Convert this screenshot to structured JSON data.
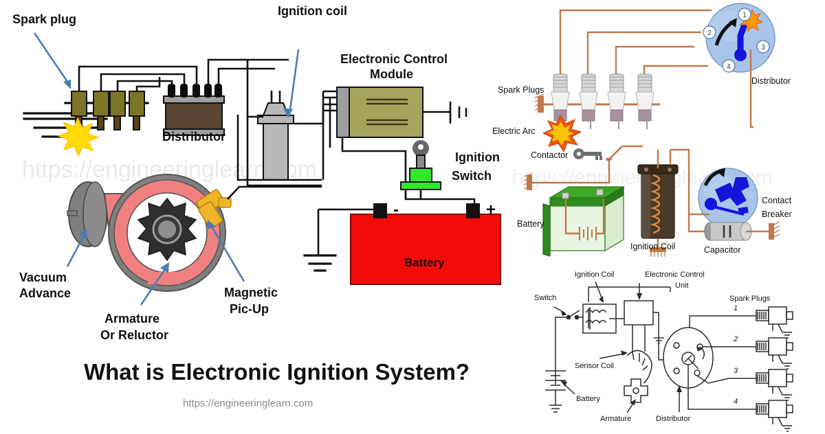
{
  "page": {
    "title": "What is Electronic Ignition System?",
    "subtitle": "https://engineeringlearn.com",
    "watermark": "https://engineeringlearn.com"
  },
  "left_diagram": {
    "name": "electronic-ignition-system-schematic",
    "labels": {
      "spark_plug": "Spark plug",
      "distributor": "Distributor",
      "ignition_coil": "Ignition coil",
      "ecm_line1": "Electronic Control",
      "ecm_line2": "Module",
      "ignition_switch_line1": "Ignition",
      "ignition_switch_line2": "Switch",
      "battery": "Battery",
      "battery_negative": "-",
      "battery_positive": "+",
      "vacuum_advance_line1": "Vacuum",
      "vacuum_advance_line2": "Advance",
      "armature_line1": "Armature",
      "armature_line2": "Or Reluctor",
      "magnetic_pickup_line1": "Magnetic",
      "magnetic_pickup_line2": "Pic-Up"
    },
    "colors": {
      "battery": "#f50a0a",
      "ecm_body": "#a8a35c",
      "ecm_end": "#9e9e9e",
      "spark_plug_body": "#7d7526",
      "spark_arc": "#ffd700",
      "distributor_body": "#5a4632",
      "distributor_rail": "#9e9e9e",
      "vacuum_advance": "#7f7f7f",
      "distributor_housing": "#f08080",
      "reluctor": "#333333",
      "magnetic_pickup": "#f0b429",
      "ignition_switch": "#2ee82e",
      "coil_body": "#b8b8b8"
    },
    "spark_plug_count": 4
  },
  "right_top_diagram": {
    "name": "conventional-ignition-pictorial",
    "labels": {
      "spark_plugs": "Spark Plugs",
      "electric_arc": "Electric Arc",
      "contactor": "Contactor",
      "battery": "Battery",
      "ignition_coil": "Ignition Coil",
      "capacitor": "Capacitor",
      "distributor": "Distributor",
      "contact_breaker_line1": "Contact",
      "contact_breaker_line2": "Breaker"
    },
    "distributor_terminals": [
      "1",
      "2",
      "3",
      "4"
    ],
    "colors": {
      "wire": "#c07848",
      "battery": "#3fa62a",
      "distributor_globe": "#a8c4e8",
      "rotor": "#1414dc",
      "coil": "#4a3a2a"
    },
    "spark_plug_count": 4
  },
  "right_bottom_diagram": {
    "name": "electronic-ignition-line-schematic",
    "labels": {
      "switch": "Switch",
      "ignition_coil": "Ignition Coil",
      "ecu_line1": "Electronic Control",
      "ecu_line2": "Unit",
      "spark_plugs": "Spark Plugs",
      "sensor_coil": "Sensor Coil",
      "battery": "Battery",
      "armature": "Armature",
      "distributor": "Distributor"
    },
    "spark_plug_numbers": [
      "1",
      "2",
      "3",
      "4"
    ]
  }
}
